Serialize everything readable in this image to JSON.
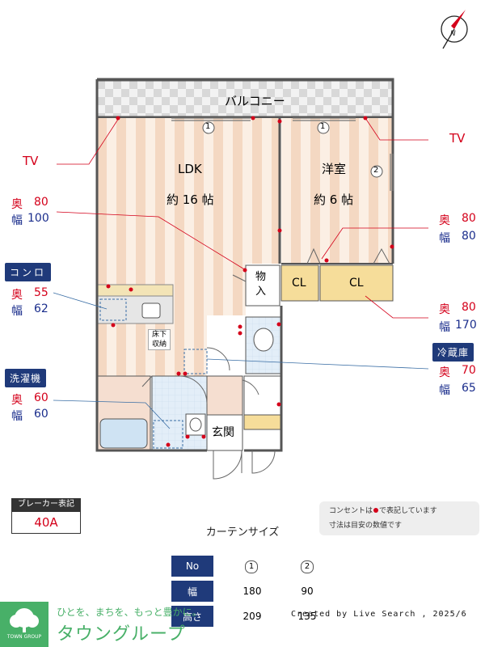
{
  "rooms": {
    "balcony": "バルコニー",
    "ldk_name": "LDK",
    "ldk_size": "約 16 帖",
    "western_name": "洋室",
    "western_size": "約 6 帖",
    "storage": "物入",
    "closet_left": "CL",
    "closet_right": "CL",
    "underfloor": "床下収納",
    "entrance": "玄関"
  },
  "window_markers": {
    "w1": "1",
    "w2": "1",
    "w3": "2"
  },
  "annotations": {
    "tv_left": "TV",
    "tv_right": "TV",
    "ldk_depth_label": "奥",
    "ldk_depth": "80",
    "ldk_width_label": "幅",
    "ldk_width": "100",
    "stove_tag": "コンロ",
    "stove_depth_label": "奥",
    "stove_depth": "55",
    "stove_width_label": "幅",
    "stove_width": "62",
    "washer_tag": "洗濯機",
    "washer_depth_label": "奥",
    "washer_depth": "60",
    "washer_width_label": "幅",
    "washer_width": "60",
    "western_depth_label": "奥",
    "western_depth": "80",
    "western_width_label": "幅",
    "western_width": "80",
    "cl_depth_label": "奥",
    "cl_depth": "80",
    "cl_width_label": "幅",
    "cl_width": "170",
    "fridge_tag": "冷蔵庫",
    "fridge_depth_label": "奥",
    "fridge_depth": "70",
    "fridge_width_label": "幅",
    "fridge_width": "65"
  },
  "breaker": {
    "title": "ブレーカー表記",
    "value": "40A"
  },
  "note": {
    "line1_a": "コンセントは",
    "line1_b": "で表記しています",
    "line2": "寸法は目安の数値です"
  },
  "curtain": {
    "title": "カーテンサイズ",
    "headers": [
      "No",
      "幅",
      "高さ"
    ],
    "col1": [
      "1",
      "180",
      "209"
    ],
    "col2": [
      "2",
      "90",
      "135"
    ]
  },
  "footer": {
    "slogan": "ひとを、まちを、もっと豊かに。",
    "brand": "タウングループ",
    "logo_sub": "TOWN GROUP",
    "credit": "Created by Live Search , 2025/6"
  },
  "colors": {
    "outlet": "#d4001a",
    "tag_bg": "#1f3a7a",
    "floor_stripe_a": "#f4d9c4",
    "floor_stripe_b": "#fbefe4",
    "brand_green": "#48b068"
  }
}
